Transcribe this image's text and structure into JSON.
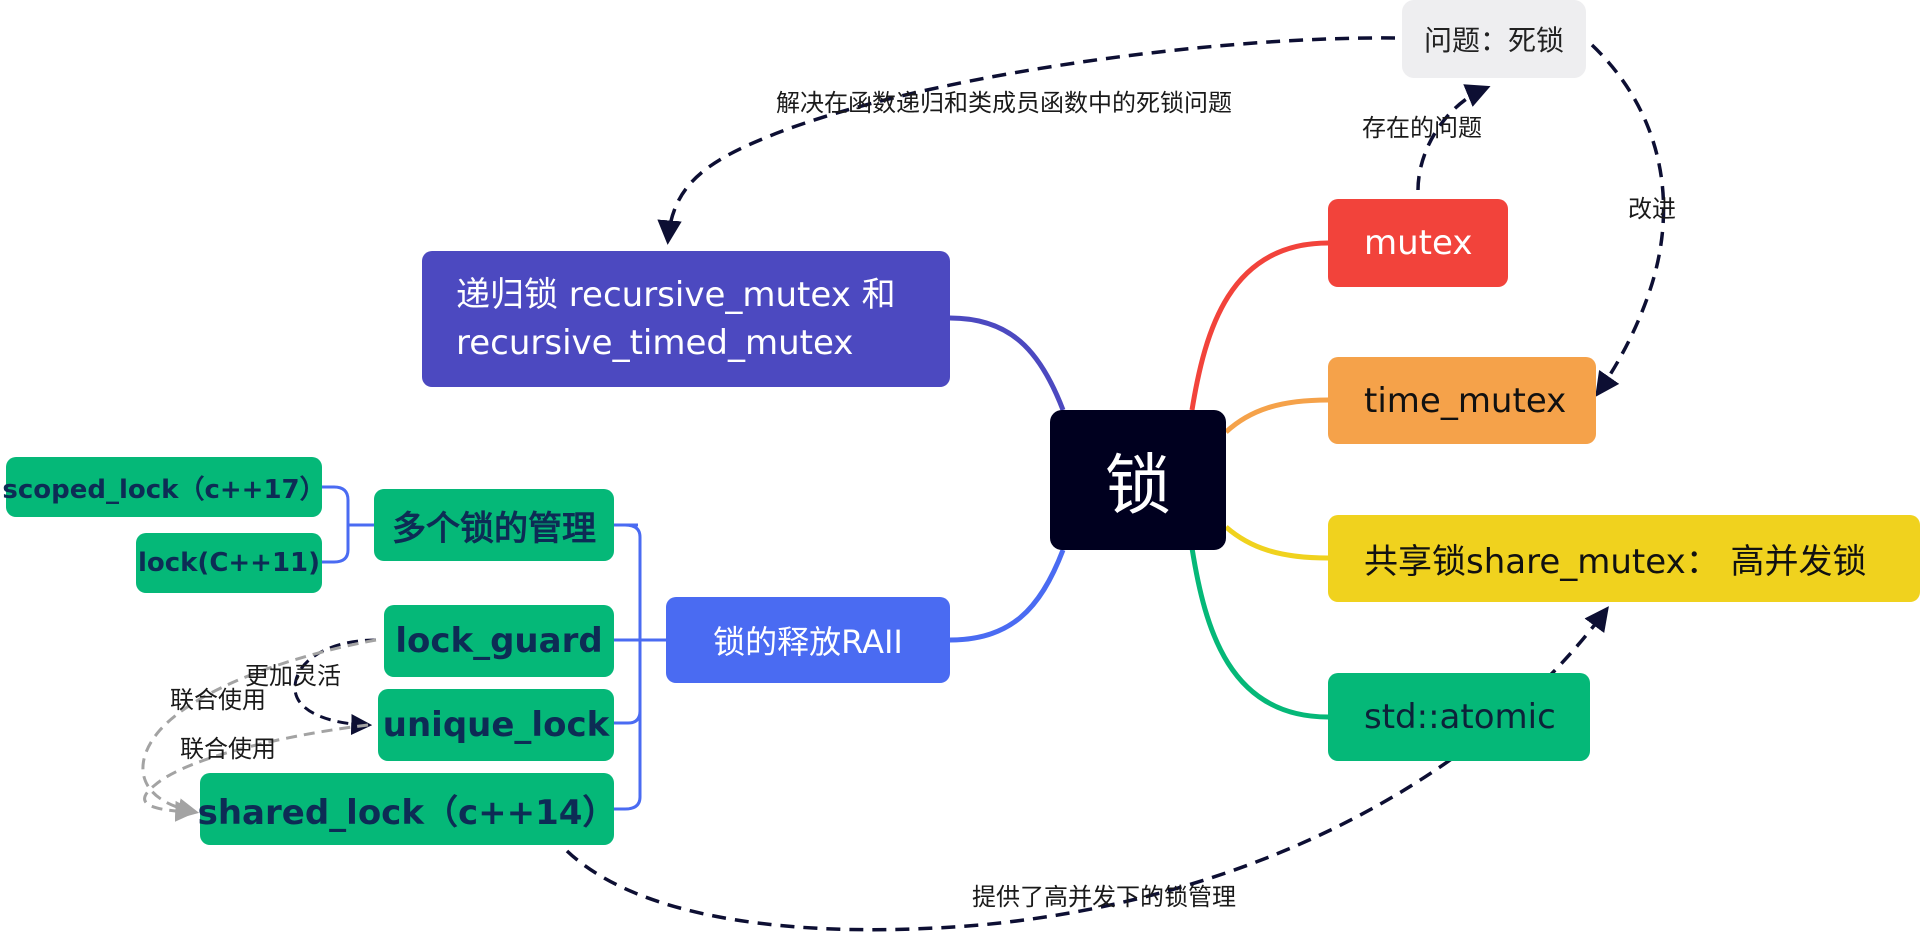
{
  "nodes": {
    "center": "锁",
    "recursive": "递归锁 recursive_mutex 和 recursive_timed_mutex",
    "raii": "锁的释放RAII",
    "multi_lock": "多个锁的管理",
    "scoped_lock": "scoped_lock（c++17）",
    "lock_fn": "lock(C++11)",
    "lock_guard": "lock_guard",
    "unique_lock": "unique_lock",
    "shared_lock": "shared_lock（c++14）",
    "mutex": "mutex",
    "time_mutex": "time_mutex",
    "shared_mutex": "共享锁share_mutex：  高并发锁",
    "atomic": "std::atomic",
    "deadlock": "问题：死锁"
  },
  "relations": {
    "recursive_solves": "解决在函数递归和类成员函数中的死锁问题",
    "existing_problem": "存在的问题",
    "improve": "改进",
    "more_flexible": "更加灵活",
    "combined_use_1": "联合使用",
    "combined_use_2": "联合使用",
    "high_concurrency": "提供了高并发下的锁管理"
  },
  "colors": {
    "center": "#00001f",
    "recursive": "#4c49c0",
    "raii": "#4a6bf2",
    "mutex": "#f2433b",
    "time_mutex": "#f5a24a",
    "shared_mutex": "#f0d21e",
    "atomic": "#05b878",
    "leaf": "#05b878",
    "deadlock": "#eeeef0",
    "dashed_dark": "#0d0f33",
    "dashed_gray": "#a3a3a3"
  }
}
